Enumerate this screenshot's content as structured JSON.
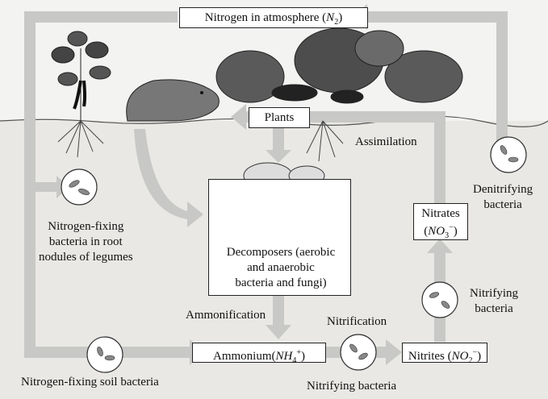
{
  "atmosphere": {
    "text": "Nitrogen in atmosphere (",
    "symbol": "N",
    "sub": "2",
    "close": ")"
  },
  "plants": "Plants",
  "assimilation": "Assimilation",
  "denitrifying": {
    "line1": "Denitrifying",
    "line2": "bacteria"
  },
  "nitrates": {
    "line1": "Nitrates",
    "open": "(",
    "symbol": "NO",
    "sub": "3",
    "sup": "−",
    "close": ")"
  },
  "root_fixers": {
    "line1": "Nitrogen-fixing",
    "line2": "bacteria in root",
    "line3": "nodules of legumes"
  },
  "decomposers": {
    "line1": "Decomposers (aerobic",
    "line2": "and anaerobic",
    "line3": "bacteria and fungi)"
  },
  "nitrifying_upper": {
    "line1": "Nitrifying",
    "line2": "bacteria"
  },
  "ammonification": "Ammonification",
  "nitrification": "Nitrification",
  "ammonium": {
    "text": "Ammonium(",
    "symbol": "NH",
    "sub": "4",
    "sup": "+",
    "close": ")"
  },
  "nitrites": {
    "text": "Nitrites (",
    "symbol": "NO",
    "sub": "2",
    "sup": "−",
    "close": ")"
  },
  "soil_fixers": "Nitrogen-fixing soil bacteria",
  "nitrifying_lower": "Nitrifying bacteria",
  "colors": {
    "arrow": "#c9c9c7",
    "soil": "#ecebe8",
    "plant_dark": "#2b2b2b",
    "circle": "#ffffff"
  }
}
